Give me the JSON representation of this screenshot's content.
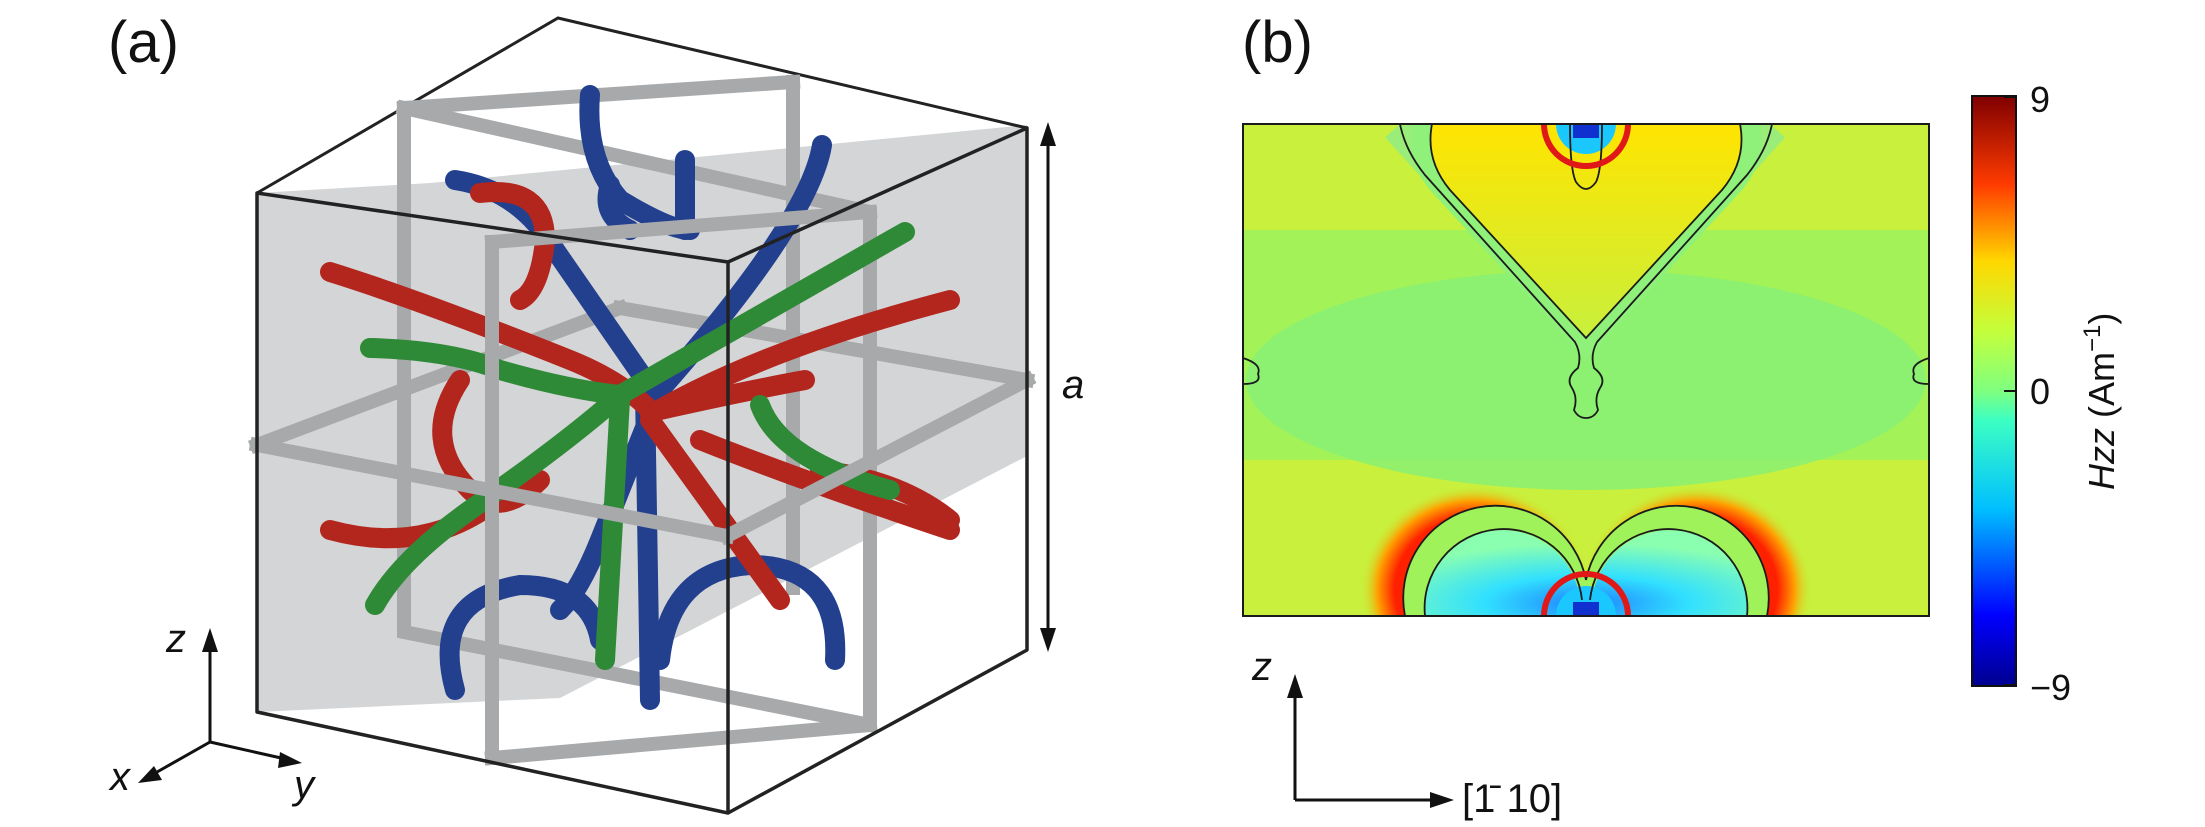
{
  "panel_a": {
    "label": "(a)",
    "dimension_label": "a",
    "axes": {
      "z": "z",
      "x": "x",
      "y": "y"
    }
  },
  "panel_b": {
    "label": "(b)",
    "axes": {
      "vertical": "z",
      "horizontal": "[1̄ 10]"
    },
    "colorbar": {
      "max_label": "9",
      "mid_label": "0",
      "min_label": "−9",
      "quantity": "Hzz",
      "unit": " (Am",
      "unit_exp": "−1",
      "unit_close": ")"
    }
  },
  "colors": {
    "tube_blue": "#23408f",
    "tube_red": "#b3261e",
    "tube_green": "#2f8a37",
    "frame_gray": "#a7a9ab",
    "field_bg": "#c8f03c",
    "field_ring": "#e01818"
  }
}
